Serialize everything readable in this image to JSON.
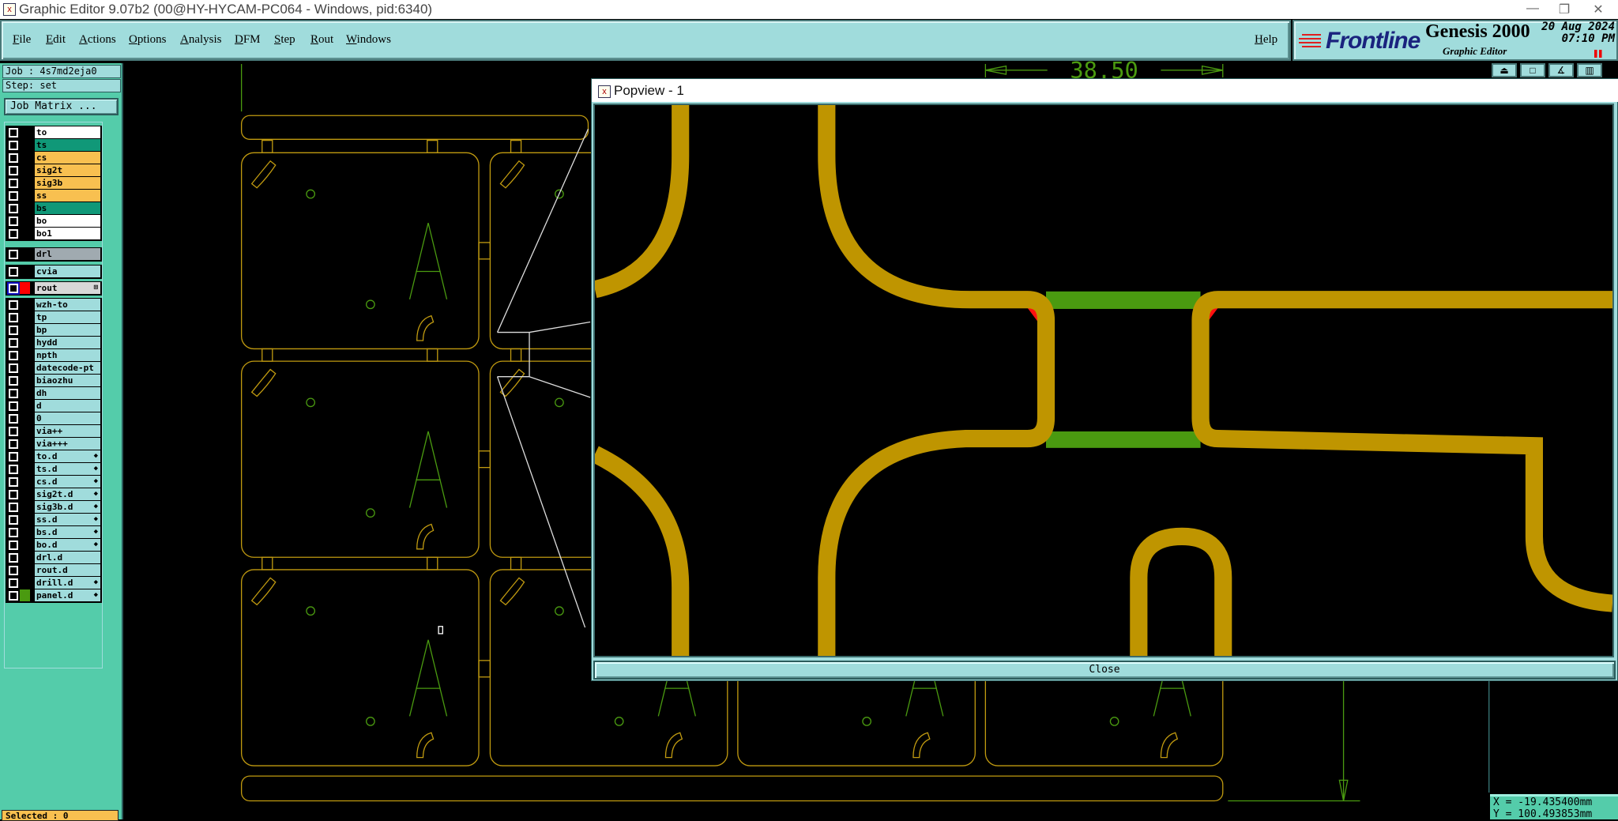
{
  "window": {
    "title": "Graphic Editor 9.07b2 (00@HY-HYCAM-PC064 - Windows, pid:6340)",
    "minimize": "—",
    "restore": "❐",
    "close": "✕"
  },
  "menu": {
    "items": [
      "File",
      "Edit",
      "Actions",
      "Options",
      "Analysis",
      "DFM",
      "Step",
      "Rout",
      "Windows"
    ],
    "help": "Help"
  },
  "logo": {
    "brand": "Frontline",
    "product": "Genesis 2000",
    "subtitle": "Graphic Editor",
    "date": "20 Aug 2024",
    "time": "07:10 PM"
  },
  "job": {
    "job_label": "Job : 4s7md2eja0",
    "step_label": "Step: set",
    "job_matrix": "Job Matrix ..."
  },
  "layers": [
    {
      "name": "to",
      "color": "#ffffff",
      "group": 0
    },
    {
      "name": "ts",
      "color": "#109878",
      "group": 0
    },
    {
      "name": "cs",
      "color": "#f8c050",
      "group": 0
    },
    {
      "name": "sig2t",
      "color": "#f8c050",
      "group": 0
    },
    {
      "name": "sig3b",
      "color": "#f8c050",
      "group": 0
    },
    {
      "name": "ss",
      "color": "#f8c050",
      "group": 0
    },
    {
      "name": "bs",
      "color": "#109878",
      "group": 0
    },
    {
      "name": "bo",
      "color": "#ffffff",
      "group": 0
    },
    {
      "name": "bo1",
      "color": "#ffffff",
      "group": 0
    },
    {
      "name": "drl",
      "color": "#a0aab0",
      "group": 1
    },
    {
      "name": "cvia",
      "color": "#a0dcdc",
      "group": 2
    },
    {
      "name": "rout",
      "color": "#d8d8d8",
      "group": 3,
      "swatch": "#ff0000",
      "active": true,
      "marker": "⊞"
    },
    {
      "name": "wzh-to",
      "color": "#a0dcdc",
      "group": 4
    },
    {
      "name": "tp",
      "color": "#a0dcdc",
      "group": 4
    },
    {
      "name": "bp",
      "color": "#a0dcdc",
      "group": 4
    },
    {
      "name": "hydd",
      "color": "#a0dcdc",
      "group": 4
    },
    {
      "name": "npth",
      "color": "#a0dcdc",
      "group": 4
    },
    {
      "name": "datecode-pt",
      "color": "#a0dcdc",
      "group": 4
    },
    {
      "name": "biaozhu",
      "color": "#a0dcdc",
      "group": 4
    },
    {
      "name": "dh",
      "color": "#a0dcdc",
      "group": 4
    },
    {
      "name": "d",
      "color": "#a0dcdc",
      "group": 4
    },
    {
      "name": "0",
      "color": "#a0dcdc",
      "group": 4
    },
    {
      "name": "via++",
      "color": "#a0dcdc",
      "group": 4
    },
    {
      "name": "via+++",
      "color": "#a0dcdc",
      "group": 4
    },
    {
      "name": "to.d",
      "color": "#a0dcdc",
      "group": 4,
      "marker": "◆"
    },
    {
      "name": "ts.d",
      "color": "#a0dcdc",
      "group": 4,
      "marker": "◆"
    },
    {
      "name": "cs.d",
      "color": "#a0dcdc",
      "group": 4,
      "marker": "◆"
    },
    {
      "name": "sig2t.d",
      "color": "#a0dcdc",
      "group": 4,
      "marker": "◆"
    },
    {
      "name": "sig3b.d",
      "color": "#a0dcdc",
      "group": 4,
      "marker": "◆"
    },
    {
      "name": "ss.d",
      "color": "#a0dcdc",
      "group": 4,
      "marker": "◆"
    },
    {
      "name": "bs.d",
      "color": "#a0dcdc",
      "group": 4,
      "marker": "◆"
    },
    {
      "name": "bo.d",
      "color": "#a0dcdc",
      "group": 4,
      "marker": "◆"
    },
    {
      "name": "drl.d",
      "color": "#a0dcdc",
      "group": 4
    },
    {
      "name": "rout.d",
      "color": "#a0dcdc",
      "group": 4
    },
    {
      "name": "drill.d",
      "color": "#a0dcdc",
      "group": 4,
      "marker": "◆"
    },
    {
      "name": "panel.d",
      "color": "#a0dcdc",
      "group": 4,
      "swatch": "#4a9a10",
      "marker": "◆"
    }
  ],
  "status": {
    "selected": "Selected : 0"
  },
  "canvas": {
    "dimension": "38.50",
    "board_letter": "A"
  },
  "popview": {
    "title": "Popview - 1",
    "close": "Close"
  },
  "coords": {
    "x": "X = -19.435400mm",
    "y": "Y = 100.493853mm"
  },
  "colors": {
    "panel": "#a0dcdc",
    "rout": "#c09a10",
    "drawing_green": "#4a9a10",
    "copper": "#bf9500",
    "alert": "#ff0000"
  }
}
